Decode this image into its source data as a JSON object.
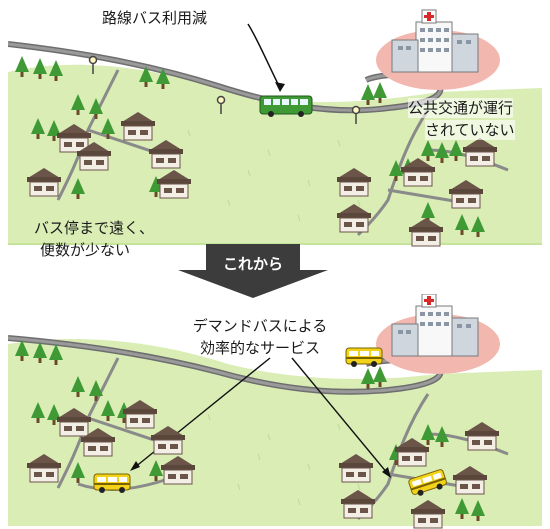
{
  "top_scene": {
    "label_bus_decline": "路線バス利用減",
    "label_no_transit_1": "公共交通が運行",
    "label_no_transit_2": "されていない",
    "label_far_stop_1": "バス停まで遠く、",
    "label_far_stop_2": "便数が少ない"
  },
  "transition": {
    "label": "これから"
  },
  "bottom_scene": {
    "label_demand_bus_1": "デマンドバスによる",
    "label_demand_bus_2": "効率的なサービス"
  },
  "colors": {
    "field": "#d9edb5",
    "field_edge": "#c5e49a",
    "road": "#6e6e6e",
    "road_fill": "#b9b9b9",
    "tree": "#3f9a35",
    "house_roof": "#6b5448",
    "house_wall": "#f3eee6",
    "hospital_glow": "#f2b8b0",
    "bus_green": "#3f9a35",
    "demand_bus": "#f3d21a",
    "arrow": "#3c3c3c"
  },
  "icons": [
    "hospital-icon",
    "house-icon",
    "tree-icon",
    "bus-icon",
    "demand-bus-icon",
    "bus-stop-icon"
  ]
}
